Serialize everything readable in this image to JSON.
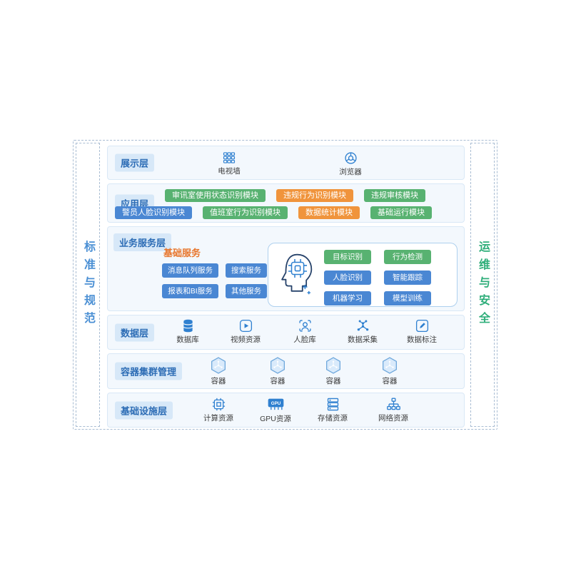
{
  "colors": {
    "blue": "#4a87d3",
    "green": "#58b271",
    "orange": "#f0943c",
    "badge_bg": "#d7e8f8",
    "badge_text": "#2c6cb5",
    "row_bg": "#f3f8fd",
    "row_border": "#d9e8f6",
    "icon_blue": "#2f80d0",
    "left_text": "#4a8fd4",
    "right_text": "#2fae7a",
    "basic_title": "#e8762d",
    "dashed": "#a9bdd3"
  },
  "side_left": {
    "label": "标准与规范"
  },
  "side_right": {
    "label": "运维与安全"
  },
  "presentation": {
    "label": "展示层",
    "items": [
      {
        "label": "电视墙",
        "icon": "tv-wall-icon"
      },
      {
        "label": "浏览器",
        "icon": "browser-icon"
      }
    ]
  },
  "application": {
    "label": "应用层",
    "row1": [
      {
        "label": "审讯室使用状态识别模块",
        "color": "green"
      },
      {
        "label": "违规行为识别模块",
        "color": "orange"
      },
      {
        "label": "违规审核模块",
        "color": "green"
      }
    ],
    "row2": [
      {
        "label": "警员人脸识别模块",
        "color": "blue"
      },
      {
        "label": "值班室行为识别模块",
        "color": "green"
      },
      {
        "label": "数据统计模块",
        "color": "orange"
      },
      {
        "label": "基础运行模块",
        "color": "green"
      }
    ]
  },
  "business": {
    "label": "业务服务层",
    "basic": {
      "title": "基础服务",
      "items": [
        {
          "label": "消息队列服务",
          "color": "blue"
        },
        {
          "label": "搜索服务",
          "color": "blue"
        },
        {
          "label": "报表和BI服务",
          "color": "blue"
        },
        {
          "label": "其他服务",
          "color": "blue"
        }
      ]
    },
    "ai": {
      "items": [
        {
          "label": "目标识别",
          "color": "green"
        },
        {
          "label": "行为检测",
          "color": "green"
        },
        {
          "label": "人脸识别",
          "color": "blue"
        },
        {
          "label": "智能跟踪",
          "color": "blue"
        },
        {
          "label": "机器学习",
          "color": "blue"
        },
        {
          "label": "模型训练",
          "color": "blue"
        }
      ]
    }
  },
  "data_layer": {
    "label": "数据层",
    "items": [
      {
        "label": "数据库",
        "icon": "database-icon"
      },
      {
        "label": "视频资源",
        "icon": "video-icon"
      },
      {
        "label": "人脸库",
        "icon": "face-library-icon"
      },
      {
        "label": "数据采集",
        "icon": "data-collection-icon"
      },
      {
        "label": "数据标注",
        "icon": "data-annotation-icon"
      }
    ]
  },
  "container_layer": {
    "label": "容器集群管理",
    "items": [
      {
        "label": "容器"
      },
      {
        "label": "容器"
      },
      {
        "label": "容器"
      },
      {
        "label": "容器"
      }
    ]
  },
  "infra_layer": {
    "label": "基础设施层",
    "items": [
      {
        "label": "计算资源",
        "icon": "cpu-icon"
      },
      {
        "label": "GPU资源",
        "icon": "gpu-icon",
        "chip_text": "GPU"
      },
      {
        "label": "存储资源",
        "icon": "storage-icon"
      },
      {
        "label": "网络资源",
        "icon": "network-icon"
      }
    ]
  }
}
